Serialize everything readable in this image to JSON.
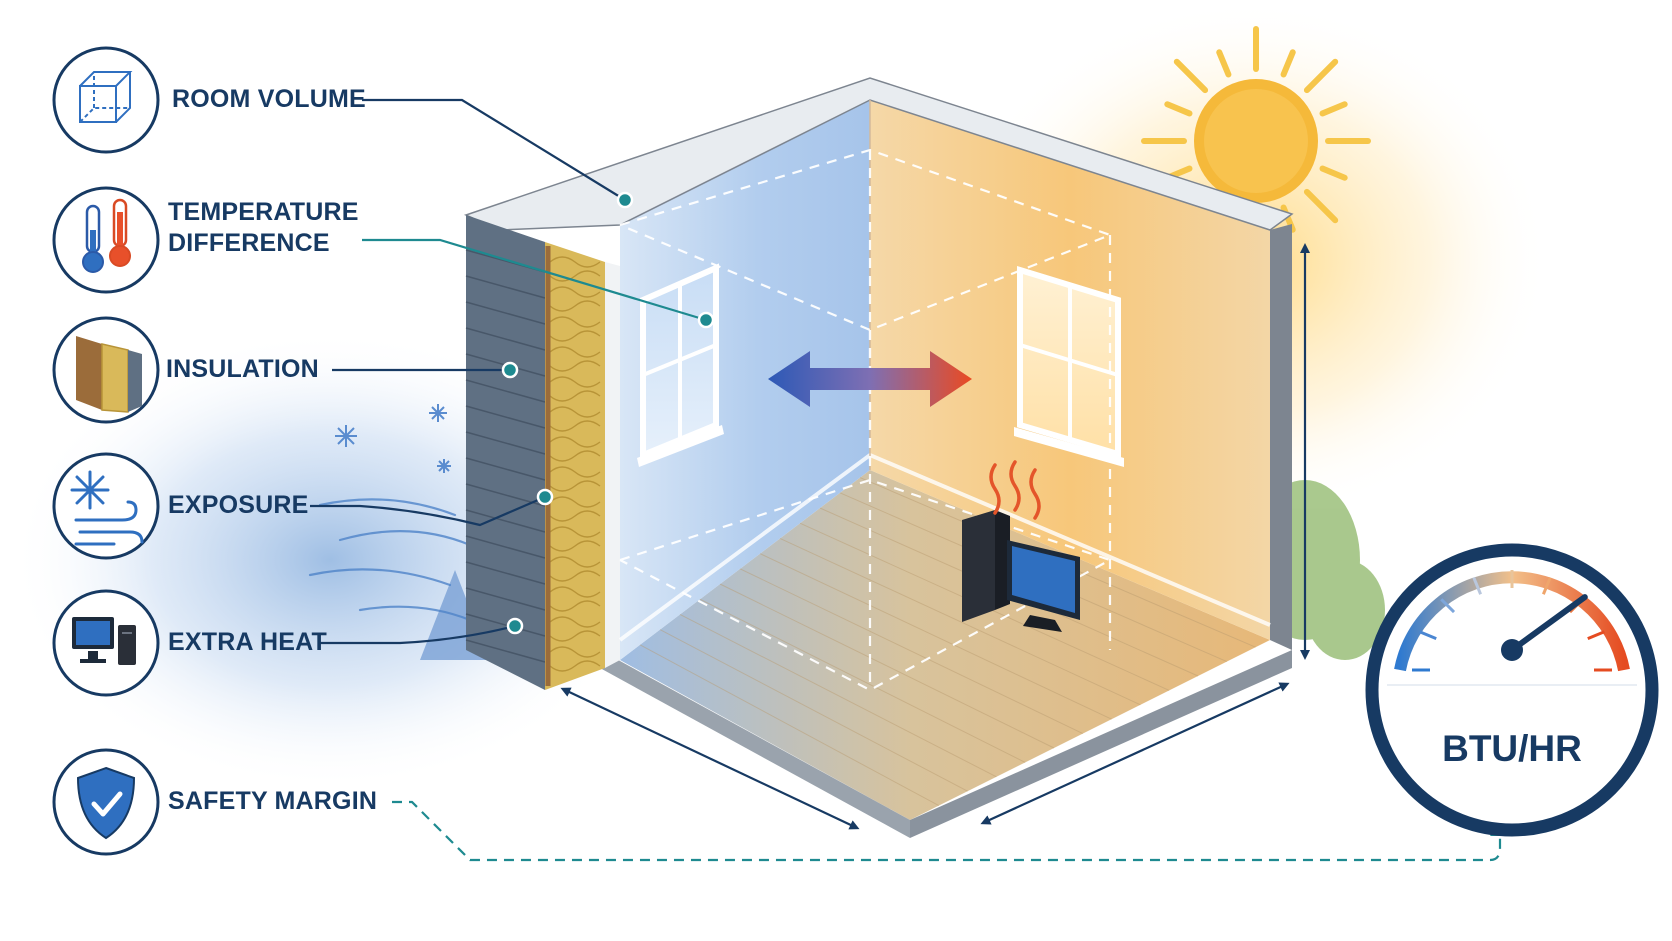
{
  "factors": [
    {
      "label": "ROOM VOLUME",
      "icon": "cube-icon"
    },
    {
      "label": "TEMPERATURE",
      "label_line2": "DIFFERENCE",
      "icon": "thermometers-icon"
    },
    {
      "label": "INSULATION",
      "icon": "insulation-icon"
    },
    {
      "label": "EXPOSURE",
      "icon": "snowflake-wind-icon"
    },
    {
      "label": "EXTRA HEAT",
      "icon": "computer-icon"
    },
    {
      "label": "SAFETY MARGIN",
      "icon": "shield-check-icon"
    }
  ],
  "gauge": {
    "label": "BTU/HR",
    "icon": "gauge-icon",
    "level_fraction": 0.8
  },
  "colors": {
    "navy": "#173a63",
    "teal": "#1e8a90",
    "cold_blue": "#3a72c8",
    "warm_orange": "#f2a33a",
    "hot_red": "#e8502a",
    "insulation_yellow": "#d9b95a"
  }
}
